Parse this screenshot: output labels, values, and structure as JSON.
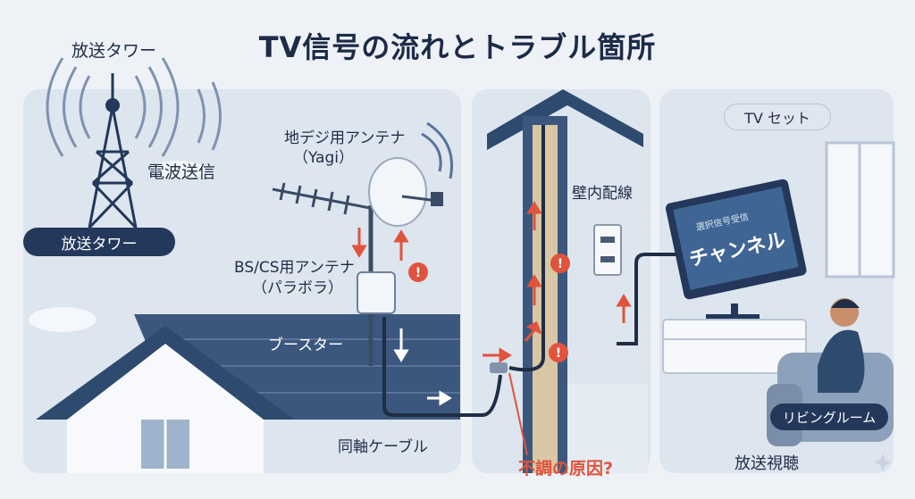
{
  "title": "TV信号の流れとトラブル箇所",
  "labels": {
    "tower_top": "放送タワー",
    "wave_tx": "電波送信",
    "tower_pill": "放送タワー",
    "digital_antenna": "地デジ用アンテナ",
    "digital_antenna_type": "（Yagi）",
    "bs_antenna": "BS/CS用アンテナ",
    "bs_antenna_type": "（パラボラ）",
    "booster": "ブースター",
    "coax": "同軸ケーブル",
    "wall_wiring": "壁内配線",
    "fault_cause": "不調の原因?",
    "tv_set": "TV セット",
    "screen_small": "選択信号受信",
    "screen_channel": "チャンネル",
    "living_room": "リビングルーム",
    "viewing": "放送視聴"
  },
  "colors": {
    "navy": "#23385a",
    "roof": "#3c577d",
    "panel": "#dde5ef",
    "accent_red": "#e0533c",
    "screen": "#3f6594"
  }
}
